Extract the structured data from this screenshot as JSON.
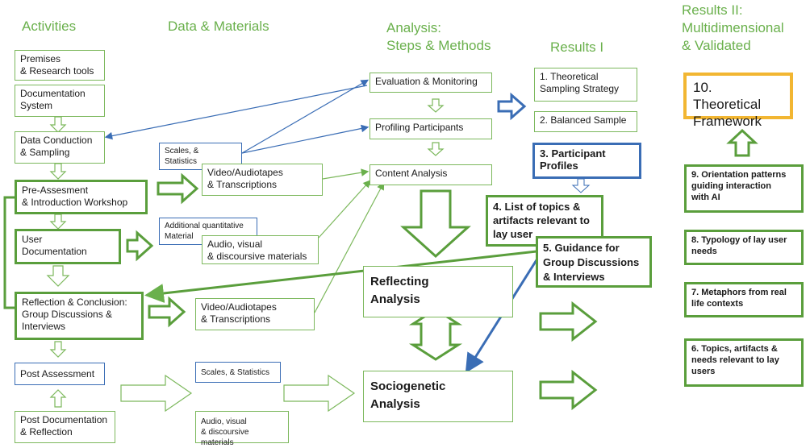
{
  "headers": {
    "activities": "Activities",
    "data_materials": "Data & Materials",
    "analysis": "Analysis:\nSteps & Methods",
    "results1": "Results I",
    "results2": "Results II:\nMultidimensional\n& Validated"
  },
  "activities": {
    "premises": "Premises\n& Research tools",
    "documentation_system": "Documentation\nSystem",
    "data_conduction": "Data Conduction\n& Sampling",
    "pre_assessment": "Pre-Assesment\n& Introduction Workshop",
    "user_documentation": "User\nDocumentation",
    "reflection": "Reflection & Conclusion:\nGroup Discussions &\nInterviews",
    "post_assessment": "Post Assessment",
    "post_documentation": "Post Documentation\n& Reflection"
  },
  "data_materials": {
    "scales_statistics_1": "Scales, &\nStatistics",
    "video_1": "Video/Audiotapes\n& Transcriptions",
    "additional_quant": "Additional quantitative\nMaterial",
    "audio_visual_1": "Audio, visual\n& discoursive materials",
    "video_2": "Video/Audiotapes\n& Transcriptions",
    "scales_statistics_2": "Scales, & Statistics",
    "audio_visual_2": "Audio, visual\n& discoursive materials"
  },
  "analysis": {
    "evaluation": "Evaluation & Monitoring",
    "profiling": "Profiling Participants",
    "content": "Content Analysis",
    "reflecting": "Reflecting\nAnalysis",
    "sociogenetic": "Sociogenetic\nAnalysis"
  },
  "results1": {
    "r1": "1. Theoretical\nSampling Strategy",
    "r2": "2. Balanced Sample",
    "r3": "3. Participant\nProfiles",
    "r4": "4. List of topics &\nartifacts relevant to\nlay user",
    "r5": "5. Guidance for\nGroup Discussions\n& Interviews"
  },
  "results2": {
    "r10": "10. Theoretical\nFramework",
    "r9": "9. Orientation patterns\nguiding interaction\nwith AI",
    "r8": "8. Typology of lay user\nneeds",
    "r7": "7. Metaphors from real\nlife contexts",
    "r6": "6. Topics, artifacts &\nneeds relevant to lay\nusers"
  },
  "colors": {
    "green": "#6ab04c",
    "blue": "#3a6db5",
    "orange": "#f2b632"
  }
}
